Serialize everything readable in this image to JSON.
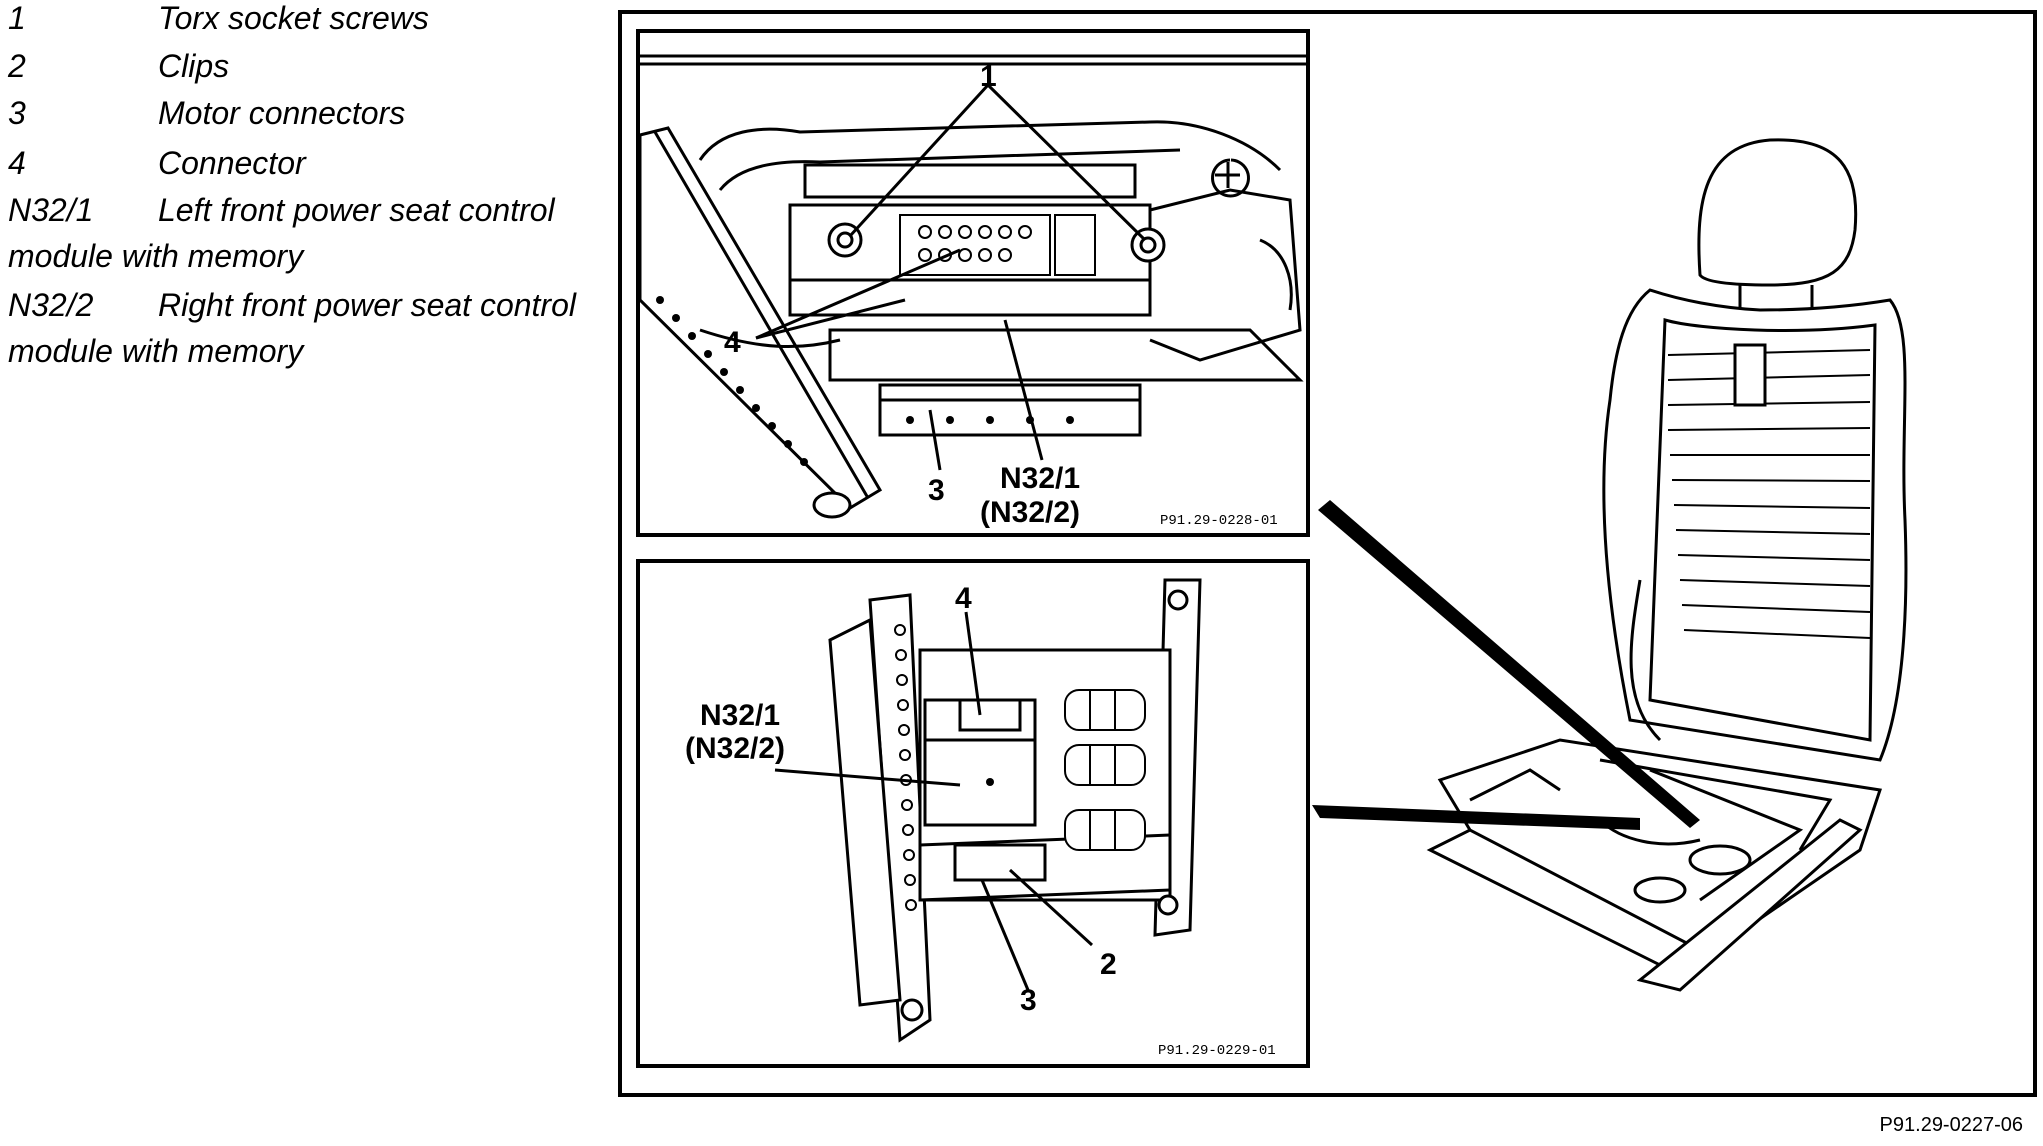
{
  "legend": [
    {
      "num": "1",
      "label": "Torx socket screws"
    },
    {
      "num": "2",
      "label": "Clips"
    },
    {
      "num": "3",
      "label": "Motor connectors"
    },
    {
      "num": "4",
      "label": "Connector"
    },
    {
      "num": "N32/1",
      "label": "Left front power seat control",
      "cont": "module with memory"
    },
    {
      "num": "N32/2",
      "label": "Right front power seat control",
      "cont": "module with memory"
    }
  ],
  "callouts": {
    "top": {
      "c1": "1",
      "c3": "3",
      "c4": "4",
      "n1": "N32/1",
      "n2": "(N32/2)",
      "code": "P91.29-0228-01"
    },
    "bottom": {
      "c2": "2",
      "c3": "3",
      "c4": "4",
      "n1": "N32/1",
      "n2": "(N32/2)",
      "code": "P91.29-0229-01"
    }
  },
  "figure_ref": "P91.29-0227-06"
}
